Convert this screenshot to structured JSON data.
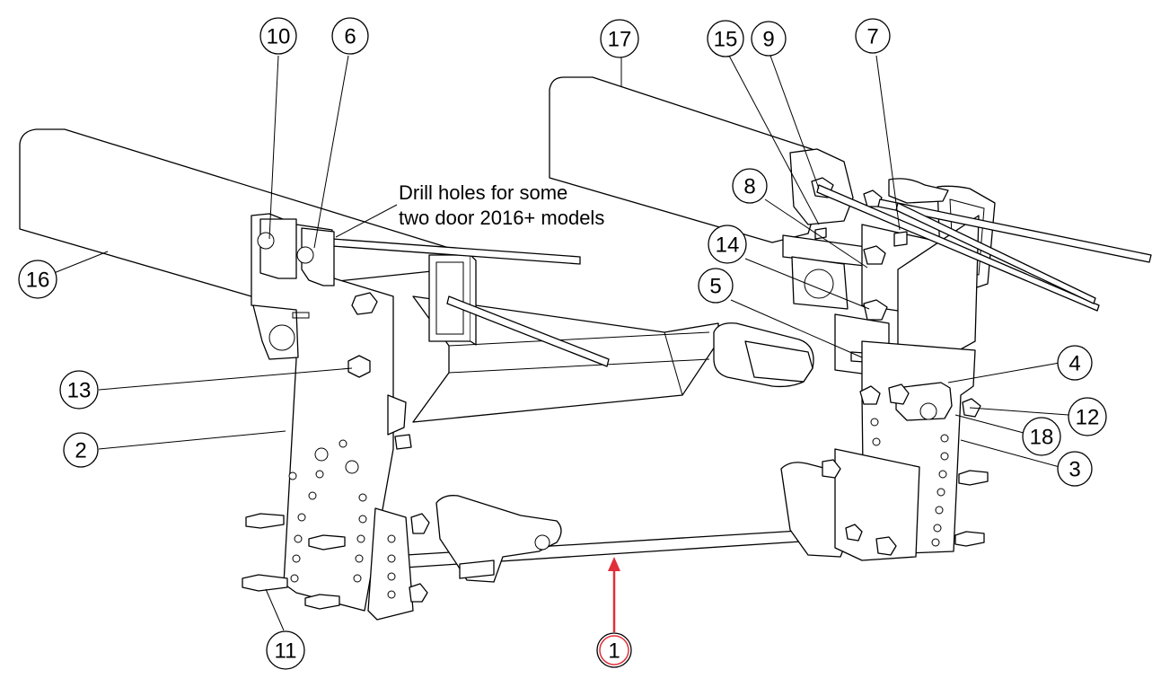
{
  "note": {
    "line1": "Drill holes for some",
    "line2": "two door 2016+ models"
  },
  "callouts": [
    {
      "id": "c10",
      "label": "10"
    },
    {
      "id": "c6",
      "label": "6"
    },
    {
      "id": "c17",
      "label": "17"
    },
    {
      "id": "c15",
      "label": "15"
    },
    {
      "id": "c9",
      "label": "9"
    },
    {
      "id": "c7",
      "label": "7"
    },
    {
      "id": "c8",
      "label": "8"
    },
    {
      "id": "c14",
      "label": "14"
    },
    {
      "id": "c5",
      "label": "5"
    },
    {
      "id": "c16",
      "label": "16"
    },
    {
      "id": "c13",
      "label": "13"
    },
    {
      "id": "c2",
      "label": "2"
    },
    {
      "id": "c4",
      "label": "4"
    },
    {
      "id": "c12",
      "label": "12"
    },
    {
      "id": "c18",
      "label": "18"
    },
    {
      "id": "c3",
      "label": "3"
    },
    {
      "id": "c11",
      "label": "11"
    },
    {
      "id": "c1",
      "label": "1",
      "highlighted": true
    }
  ],
  "colors": {
    "line": "#000000",
    "background": "#ffffff",
    "highlight": "#e0303a"
  }
}
